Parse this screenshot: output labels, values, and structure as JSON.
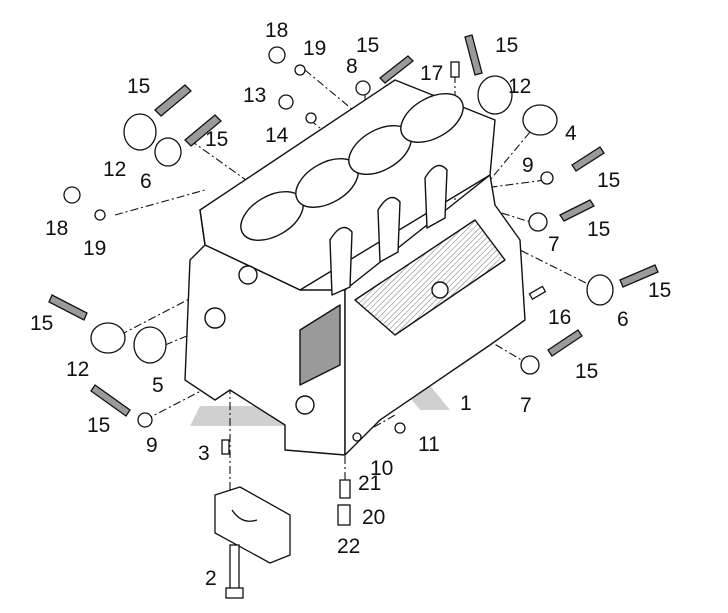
{
  "diagram": {
    "colors": {
      "line": "#111111",
      "fill": "#ffffff",
      "shade": "#9a9a9a",
      "watermark": "#c8c8c8"
    },
    "callouts": [
      {
        "id": "c1",
        "text": "1",
        "part": "cylinder-block"
      },
      {
        "id": "c2",
        "text": "2",
        "part": "bearing-cap-bolt"
      },
      {
        "id": "c3",
        "text": "3",
        "part": "dowel-pin"
      },
      {
        "id": "c4",
        "text": "4",
        "part": "camshaft-bushing"
      },
      {
        "id": "c5a",
        "text": "5",
        "part": "camshaft-bushing"
      },
      {
        "id": "c6a",
        "text": "6",
        "part": "expansion-plug"
      },
      {
        "id": "c6b",
        "text": "6",
        "part": "expansion-plug"
      },
      {
        "id": "c7a",
        "text": "7",
        "part": "plug"
      },
      {
        "id": "c7b",
        "text": "7",
        "part": "plug"
      },
      {
        "id": "c8",
        "text": "8",
        "part": "plug"
      },
      {
        "id": "c9a",
        "text": "9",
        "part": "plug"
      },
      {
        "id": "c9b",
        "text": "9",
        "part": "plug"
      },
      {
        "id": "c10",
        "text": "10",
        "part": "ball-plug"
      },
      {
        "id": "c11",
        "text": "11",
        "part": "plug"
      },
      {
        "id": "c12a",
        "text": "12",
        "part": "expansion-plug"
      },
      {
        "id": "c12b",
        "text": "12",
        "part": "expansion-plug"
      },
      {
        "id": "c12c",
        "text": "12",
        "part": "expansion-plug"
      },
      {
        "id": "c13",
        "text": "13",
        "part": "plug"
      },
      {
        "id": "c14",
        "text": "14",
        "part": "seal-ring"
      },
      {
        "id": "c15a",
        "text": "15",
        "part": "sealant"
      },
      {
        "id": "c15b",
        "text": "15",
        "part": "sealant"
      },
      {
        "id": "c15c",
        "text": "15",
        "part": "sealant"
      },
      {
        "id": "c15d",
        "text": "15",
        "part": "sealant"
      },
      {
        "id": "c15e",
        "text": "15",
        "part": "sealant"
      },
      {
        "id": "c15f",
        "text": "15",
        "part": "sealant"
      },
      {
        "id": "c15g",
        "text": "15",
        "part": "sealant"
      },
      {
        "id": "c15h",
        "text": "15",
        "part": "sealant"
      },
      {
        "id": "c15i",
        "text": "15",
        "part": "sealant"
      },
      {
        "id": "c15j",
        "text": "15",
        "part": "sealant"
      },
      {
        "id": "c16",
        "text": "16",
        "part": "stud"
      },
      {
        "id": "c17",
        "text": "17",
        "part": "stud"
      },
      {
        "id": "c18a",
        "text": "18",
        "part": "plug"
      },
      {
        "id": "c18b",
        "text": "18",
        "part": "plug"
      },
      {
        "id": "c19a",
        "text": "19",
        "part": "seal-ring"
      },
      {
        "id": "c19b",
        "text": "19",
        "part": "seal-ring"
      },
      {
        "id": "c20",
        "text": "20",
        "part": "screw"
      },
      {
        "id": "c21",
        "text": "21",
        "part": "oil-jet"
      },
      {
        "id": "c22",
        "text": "22",
        "part": "washer"
      }
    ]
  }
}
